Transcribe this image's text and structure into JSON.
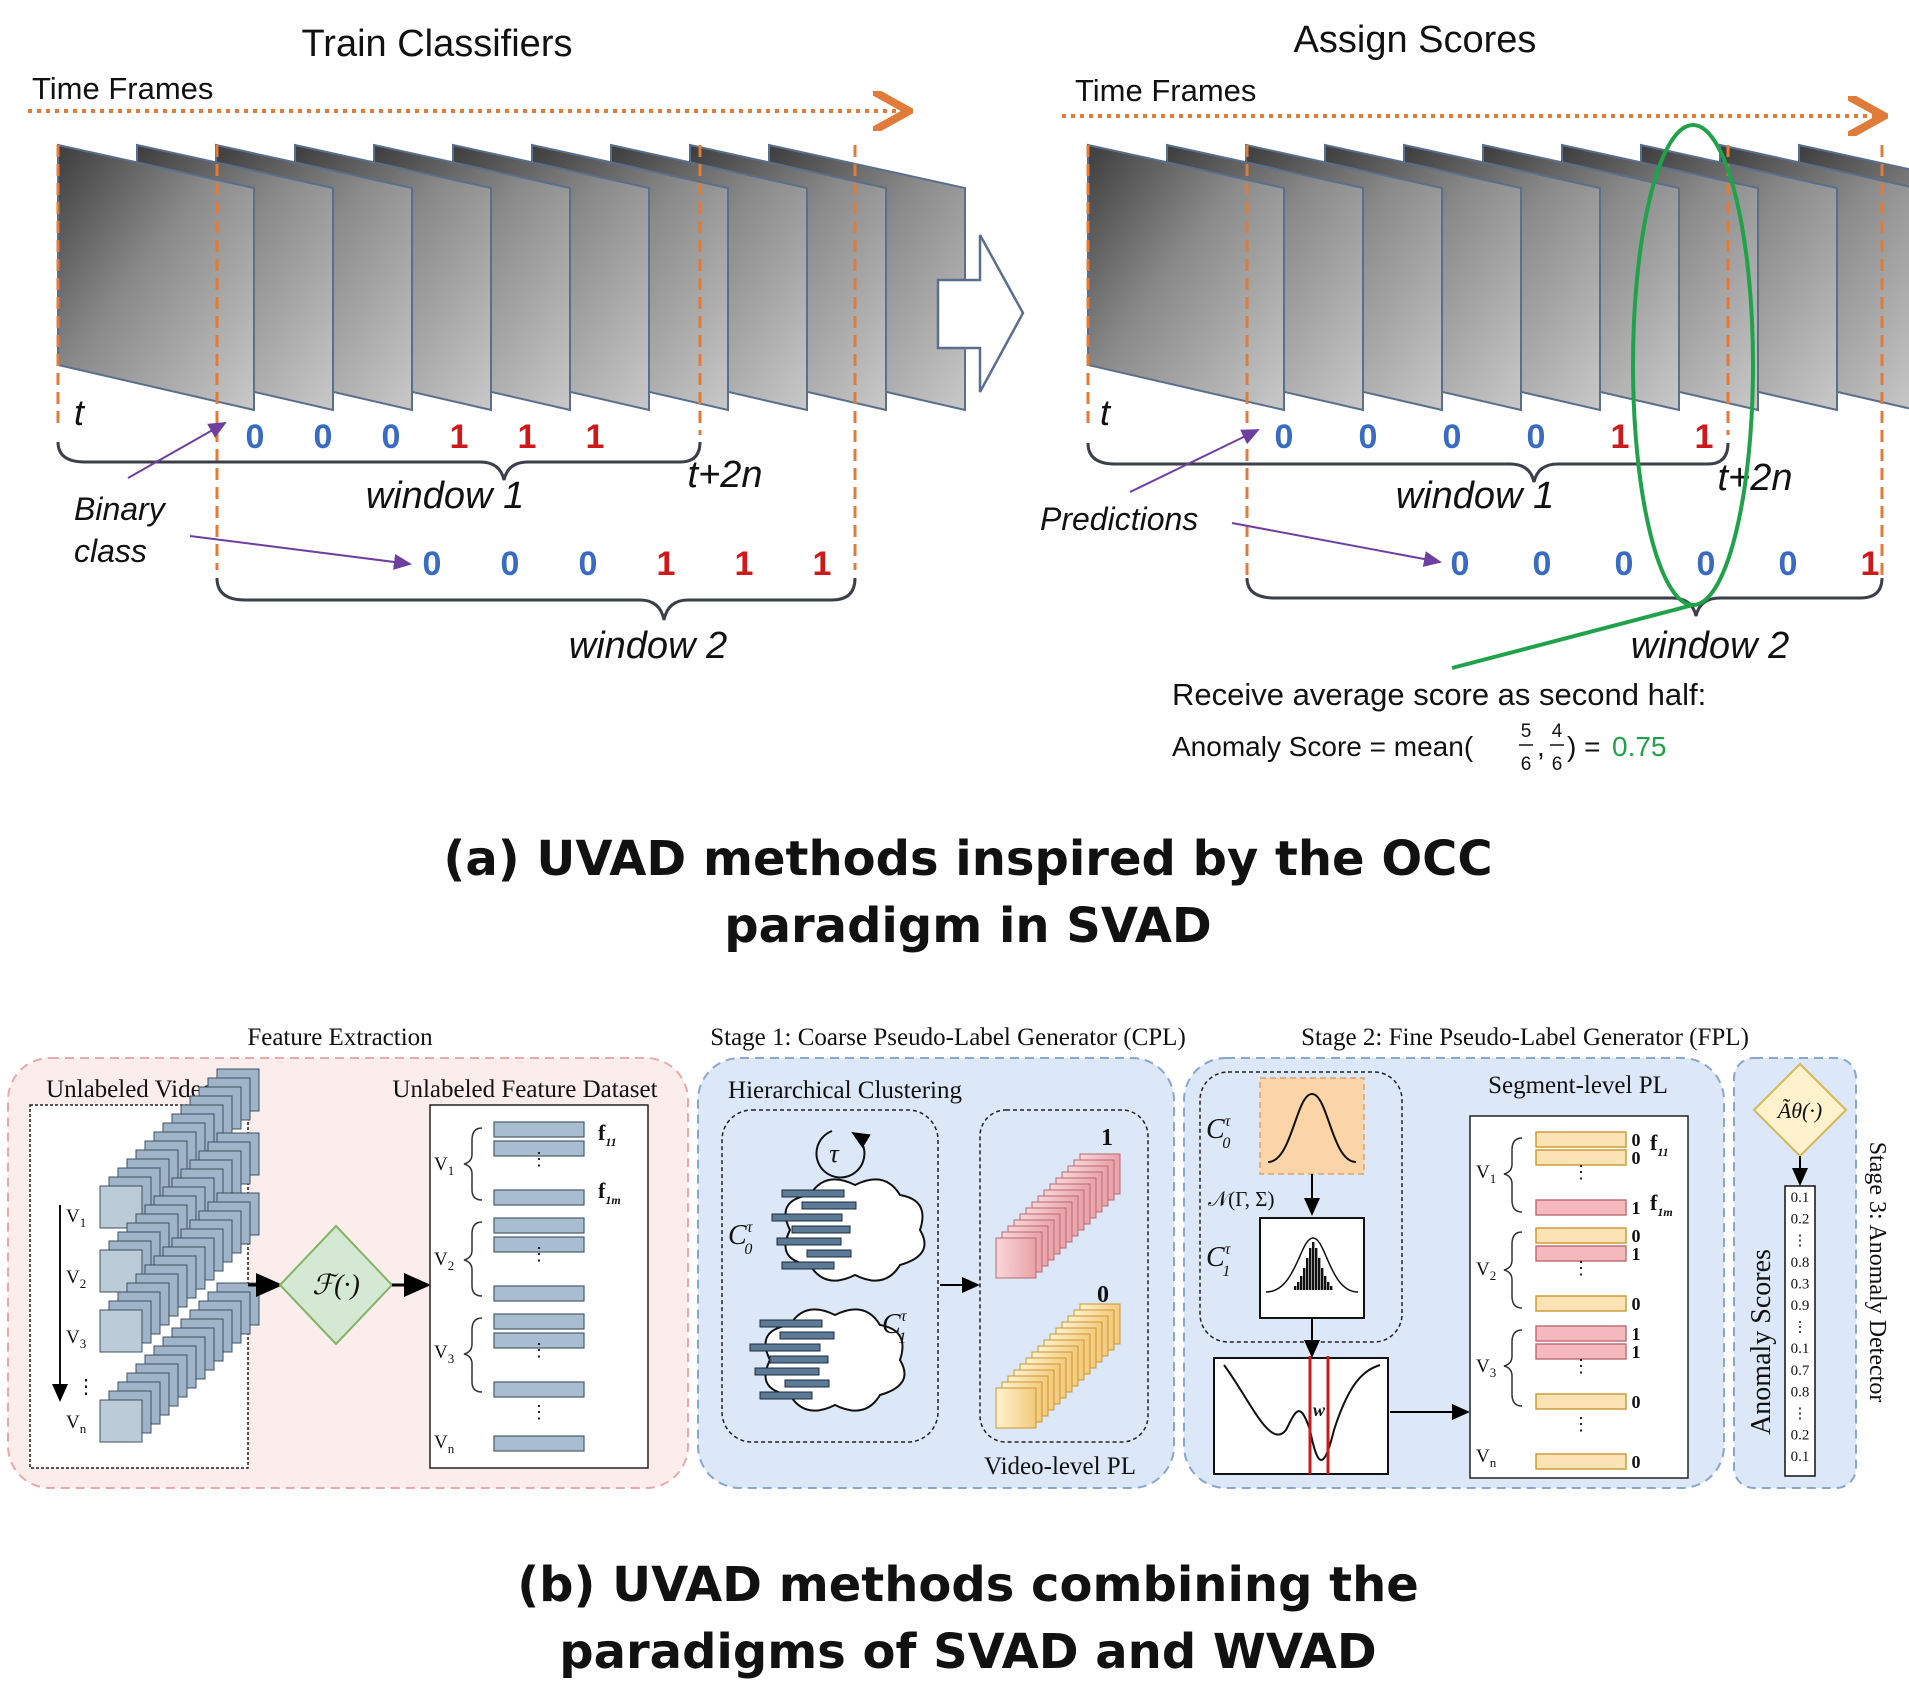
{
  "panel_a": {
    "left": {
      "title": "Train Classifiers",
      "time_frames": "Time Frames",
      "t": "t",
      "t2n": "t+2n",
      "window1": "window 1",
      "window2": "window 2",
      "binary_class": [
        "Binary",
        "class"
      ],
      "row1": [
        "0",
        "0",
        "0",
        "1",
        "1",
        "1"
      ],
      "row2": [
        "0",
        "0",
        "0",
        "1",
        "1",
        "1"
      ]
    },
    "right": {
      "title": "Assign Scores",
      "time_frames": "Time Frames",
      "t": "t",
      "t2n": "t+2n",
      "window1": "window 1",
      "window2": "window 2",
      "predictions": "Predictions",
      "row1": [
        "0",
        "0",
        "0",
        "0",
        "1",
        "1"
      ],
      "row2": [
        "0",
        "0",
        "0",
        "0",
        "0",
        "1"
      ],
      "receive": "Receive average score as second half:",
      "score_prefix": "Anomaly Score = mean(",
      "f1_num": "5",
      "f1_den": "6",
      "comma": ",",
      "f2_num": "4",
      "f2_den": "6",
      "score_suffix": ") = ",
      "score_value": "0.75"
    },
    "caption": [
      "(a) UVAD methods inspired by the OCC",
      "paradigm in SVAD"
    ]
  },
  "panel_b": {
    "feature_extraction": "Feature Extraction",
    "stage1": "Stage 1: Coarse Pseudo-Label Generator (CPL)",
    "stage2": "Stage 2:  Fine Pseudo-Label Generator (FPL)",
    "unlabeled_videos": "Unlabeled Videos",
    "unlabeled_features": "Unlabeled Feature Dataset",
    "videos": [
      "V",
      "V",
      "V",
      "V"
    ],
    "video_subs": [
      "1",
      "2",
      "3",
      "n"
    ],
    "feature_fn": "ℱ(·)",
    "feature_labels": [
      "f",
      "f"
    ],
    "feature_subs": [
      "11",
      "1m"
    ],
    "hierarchical_clustering": "Hierarchical Clustering",
    "tau": "τ",
    "c0": "C",
    "c1": "C",
    "c_sup": "τ",
    "c0_sub": "0",
    "c1_sub": "1",
    "video_pl": "Video-level PL",
    "pl_one": "1",
    "pl_zero": "0",
    "normal_dist": "𝒩(Γ, Σ)",
    "w": "w",
    "segment_pl": "Segment-level PL",
    "seg_labels": [
      "0",
      "0",
      "1",
      "0",
      "1",
      "0",
      "1",
      "1",
      "0",
      "0"
    ],
    "detector_fn": "Ãθ(·)",
    "scores": [
      "0.1",
      "0.2",
      "⋮",
      "0.8",
      "0.3",
      "0.9",
      "⋮",
      "0.1",
      "0.7",
      "0.8",
      "⋮",
      "0.2",
      "0.1"
    ],
    "anomaly_scores": "Anomaly Scores",
    "stage3": "Stage 3: Anomaly Detector"
  },
  "caption": [
    "(b) UVAD methods combining the",
    "paradigms of SVAD and WVAD"
  ],
  "colors": {
    "orange": "#E07B39",
    "blue_digit": "#3A6BC2",
    "red_digit": "#D01818",
    "green": "#1FA24A",
    "pink_panel": "#FCEDED",
    "blue_panel": "#DCE8F8",
    "feature_bar": "#A9BDD0",
    "pink_bar": "#F4B8BD",
    "yellow_bar": "#FBE3B5"
  }
}
